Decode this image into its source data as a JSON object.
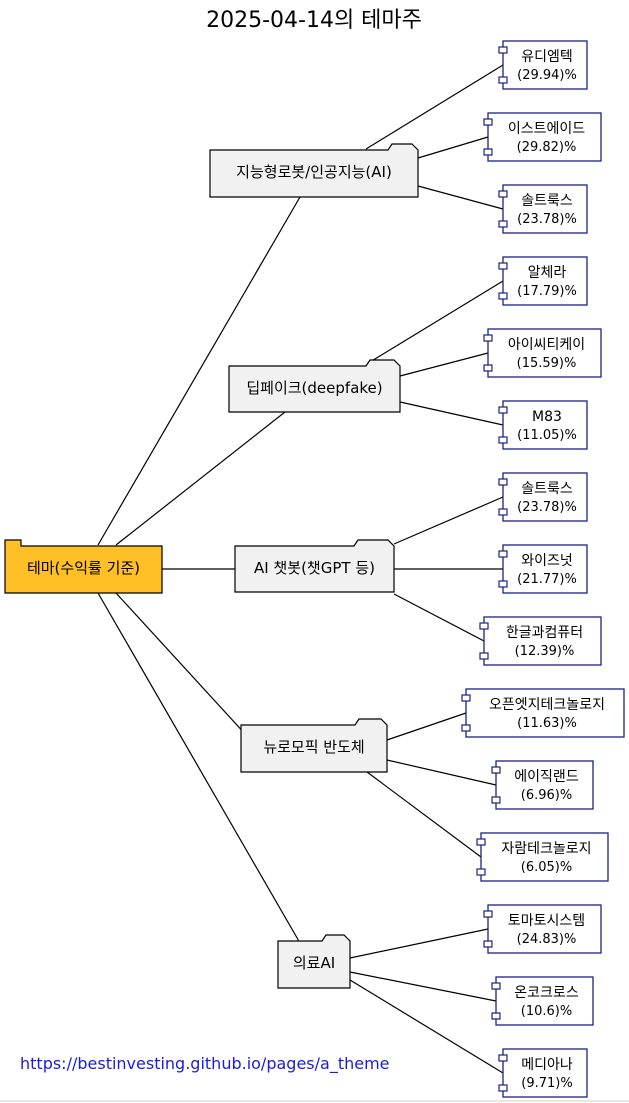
{
  "title": "2025-04-14의 테마주",
  "root": {
    "label": "테마(수익률 기준)"
  },
  "themes": [
    {
      "label": "지능형로봇/인공지능(AI)",
      "stocks": [
        {
          "name": "유디엠텍",
          "pct": "(29.94)%"
        },
        {
          "name": "이스트에이드",
          "pct": "(29.82)%"
        },
        {
          "name": "솔트룩스",
          "pct": "(23.78)%"
        }
      ]
    },
    {
      "label": "딥페이크(deepfake)",
      "stocks": [
        {
          "name": "알체라",
          "pct": "(17.79)%"
        },
        {
          "name": "아이씨티케이",
          "pct": "(15.59)%"
        },
        {
          "name": "M83",
          "pct": "(11.05)%"
        }
      ]
    },
    {
      "label": "AI 챗봇(챗GPT 등)",
      "stocks": [
        {
          "name": "솔트룩스",
          "pct": "(23.78)%"
        },
        {
          "name": "와이즈넛",
          "pct": "(21.77)%"
        },
        {
          "name": "한글과컴퓨터",
          "pct": "(12.39)%"
        }
      ]
    },
    {
      "label": "뉴로모픽 반도체",
      "stocks": [
        {
          "name": "오픈엣지테크놀로지",
          "pct": "(11.63)%"
        },
        {
          "name": "에이직랜드",
          "pct": "(6.96)%"
        },
        {
          "name": "자람테크놀로지",
          "pct": "(6.05)%"
        }
      ]
    },
    {
      "label": "의료AI",
      "stocks": [
        {
          "name": "토마토시스템",
          "pct": "(24.83)%"
        },
        {
          "name": "온코크로스",
          "pct": "(10.6)%"
        },
        {
          "name": "메디아나",
          "pct": "(9.71)%"
        }
      ]
    }
  ],
  "footer": {
    "link": "https://bestinvesting.github.io/pages/a_theme"
  },
  "colors": {
    "root_fill": "#ffbf26",
    "folder_fill": "#f1f1f1",
    "component_border": "#1a237e",
    "link": "#1a1ae6"
  }
}
